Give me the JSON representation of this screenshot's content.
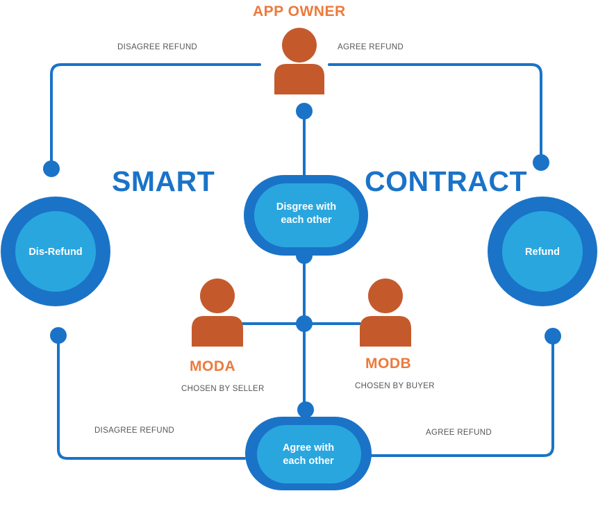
{
  "colors": {
    "line": "#1a73c7",
    "node_outer": "#1a73c7",
    "node_inner": "#2aa6df",
    "person": "#c45a2c",
    "title_orange": "#ec7a3c",
    "heading_blue": "#1a73c7"
  },
  "app_owner": {
    "title": "APP OWNER",
    "icon": "person-icon"
  },
  "moda": {
    "title": "MODA",
    "subtitle": "CHOSEN BY SELLER",
    "icon": "person-icon"
  },
  "modb": {
    "title": "MODB",
    "subtitle": "CHOSEN BY BUYER",
    "icon": "person-icon"
  },
  "heading": {
    "left": "SMART",
    "right": "CONTRACT"
  },
  "nodes": {
    "disagree": {
      "line1": "Disgree with",
      "line2": "each other"
    },
    "agree": {
      "line1": "Agree with",
      "line2": "each other"
    },
    "dis_refund": {
      "label": "Dis-Refund"
    },
    "refund": {
      "label": "Refund"
    }
  },
  "edges": {
    "owner_disagree": "DISAGREE REFUND",
    "owner_agree": "AGREE REFUND",
    "bottom_disagree": "DISAGREE REFUND",
    "bottom_agree": "AGREE REFUND"
  }
}
